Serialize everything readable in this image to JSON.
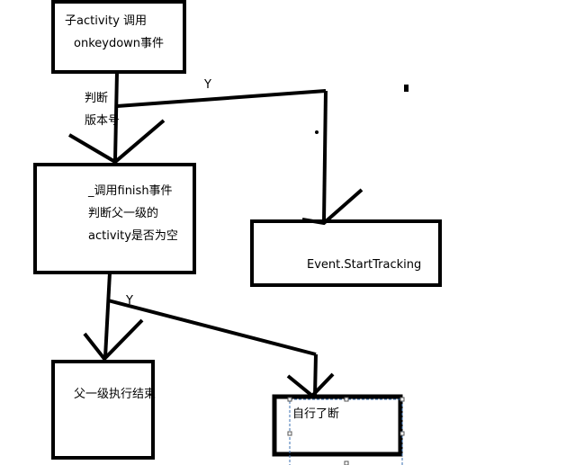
{
  "boxes": {
    "start": {
      "line1": "子activity 调用",
      "line2": "onkeydown事件"
    },
    "finish": {
      "line1": "_调用finish事件",
      "line2": "判断父一级的",
      "line3": "activity是否为空"
    },
    "tracking": {
      "text": "Event.StartTracking"
    },
    "parent_end": {
      "text": "父一级执行结束"
    },
    "self_end": {
      "text": "自行了断"
    }
  },
  "labels": {
    "check_version_1": "判断",
    "check_version_2": "版本号",
    "yes_top": "Y",
    "yes_bottom": "Y"
  }
}
